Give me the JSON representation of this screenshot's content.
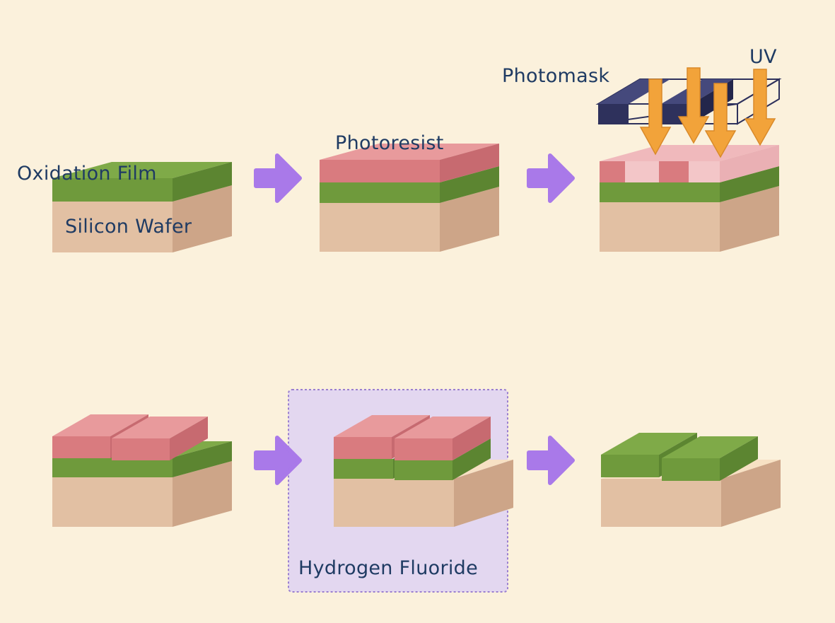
{
  "labels": {
    "oxidation_film": "Oxidation Film",
    "silicon_wafer": "Silicon Wafer",
    "photoresist": "Photoresist",
    "photomask": "Photomask",
    "uv": "UV",
    "hydrogen_fluoride": "Hydrogen Fluoride"
  },
  "colors": {
    "background": "#fbf1dc",
    "silicon_wafer": "#e2c0a3",
    "oxidation_film": "#6f9a3c",
    "photoresist": "#d97b7f",
    "exposed_photoresist": "#f3c6c8",
    "photomask": "#2e315c",
    "uv_light": "#f2a33a",
    "process_arrow": "#a979e9",
    "etch_bath": "#e3d7f0",
    "label_text": "#1f3b63"
  },
  "steps": [
    "oxidation",
    "photoresist coating",
    "uv exposure",
    "development",
    "hydrogen fluoride etch",
    "photoresist removal"
  ]
}
